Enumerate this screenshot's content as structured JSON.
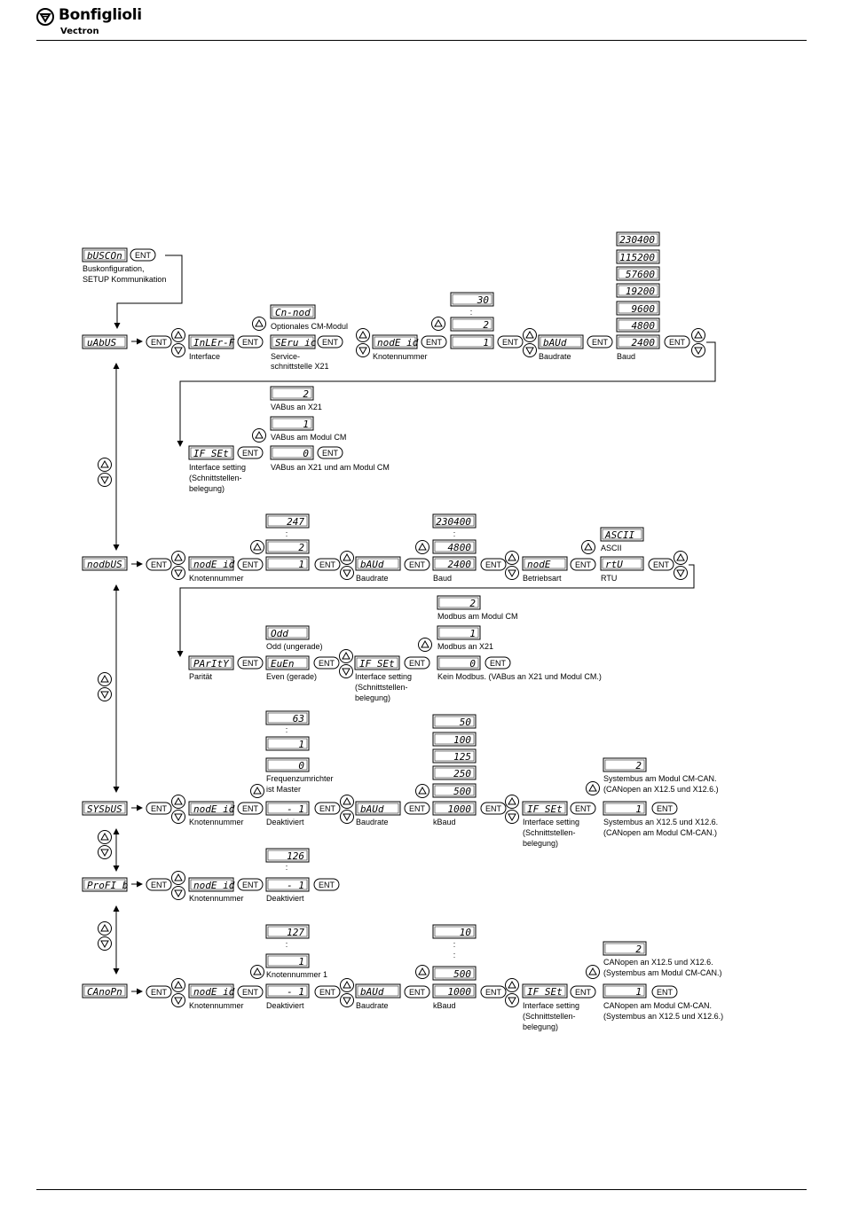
{
  "header": {
    "brand": "Bonfiglioli",
    "sub": "Vectron"
  },
  "ent": "ENT",
  "top": {
    "lcd": "bUSCOn",
    "label1": "Buskonfiguration,",
    "label2": "SETUP Kommunikation"
  },
  "vabus": {
    "main": "uAbUS",
    "interf": "InLEr-F",
    "interf_label": "Interface",
    "cm_mod": "Cn-nod",
    "cm_mod_label": "Optionales CM-Modul",
    "service": "SEru ic",
    "service_label1": "Service-",
    "service_label2": "schnittstelle X21",
    "node": "nodE id",
    "node_label": "Knotennummer",
    "node_vals": [
      "30",
      "2",
      "1"
    ],
    "baud": "bAUd",
    "baud_label": "Baudrate",
    "baud_vals": [
      "230400",
      "115200",
      "57600",
      "19200",
      "9600",
      "4800",
      "2400"
    ],
    "baud_val_label": "Baud",
    "ifset": "IF SEt",
    "ifset_label1": "Interface setting",
    "ifset_label2": "(Schnittstellen-",
    "ifset_label3": "belegung)",
    "if_vals": [
      "2",
      "1",
      "0"
    ],
    "if_labels": [
      "VABus an X21",
      "VABus am Modul CM",
      "VABus an X21 und am Modul CM"
    ]
  },
  "modbus": {
    "main": "nodbUS",
    "node": "nodE id",
    "node_label": "Knotennummer",
    "node_vals": [
      "247",
      "2",
      "1"
    ],
    "baud": "bAUd",
    "baud_label": "Baudrate",
    "baud_vals": [
      "230400",
      "4800",
      "2400"
    ],
    "baud_val_label": "Baud",
    "mode": "nodE",
    "mode_label": "Betriebsart",
    "mode_vals": [
      "ASCII",
      "rtU"
    ],
    "mode_labels": [
      "ASCII",
      "RTU"
    ],
    "parity": "PArItY",
    "parity_label": "Parität",
    "parity_vals": [
      "Odd",
      "EuEn"
    ],
    "parity_labels": [
      "Odd (ungerade)",
      "Even (gerade)"
    ],
    "ifset": "IF SEt",
    "ifset_label1": "Interface setting",
    "ifset_label2": "(Schnittstellen-",
    "ifset_label3": "belegung)",
    "if_vals": [
      "2",
      "1",
      "0"
    ],
    "if_labels": [
      "Modbus am Modul CM",
      "Modbus an X21",
      "Kein Modbus. (VABus an X21 und Modul CM.)"
    ]
  },
  "sysbus": {
    "main": "SYSbUS",
    "node": "nodE id",
    "node_label": "Knotennummer",
    "node_vals": [
      "63",
      "1",
      "0",
      "- 1"
    ],
    "node_master1": "Frequenzumrichter",
    "node_master2": "ist Master",
    "node_deact": "Deaktiviert",
    "baud": "bAUd",
    "baud_label": "Baudrate",
    "baud_vals": [
      "50",
      "100",
      "125",
      "250",
      "500",
      "1000"
    ],
    "baud_val_label": "kBaud",
    "ifset": "IF SEt",
    "ifset_label1": "Interface setting",
    "ifset_label2": "(Schnittstellen-",
    "ifset_label3": "belegung)",
    "if_vals": [
      "2",
      "1"
    ],
    "if_labels_a": [
      "Systembus am Modul CM-CAN.",
      "(CANopen an X12.5 und X12.6.)"
    ],
    "if_labels_b": [
      "Systembus an X12.5 und X12.6.",
      "(CANopen am Modul CM-CAN.)"
    ]
  },
  "profib": {
    "main": "ProFI b",
    "node": "nodE id",
    "node_label": "Knotennummer",
    "node_vals": [
      "126",
      "- 1"
    ],
    "node_deact": "Deaktiviert"
  },
  "canopen": {
    "main": "CAnoPn",
    "node": "nodE id",
    "node_label": "Knotennummer",
    "node_vals": [
      "127",
      "1",
      "- 1"
    ],
    "node_one": "Knotennummer 1",
    "node_deact": "Deaktiviert",
    "baud": "bAUd",
    "baud_label": "Baudrate",
    "baud_vals": [
      "10",
      "500",
      "1000"
    ],
    "baud_val_label": "kBaud",
    "ifset": "IF SEt",
    "ifset_label1": "Interface setting",
    "ifset_label2": "(Schnittstellen-",
    "ifset_label3": "belegung)",
    "if_vals": [
      "2",
      "1"
    ],
    "if_labels_a": [
      "CANopen an X12.5 und X12.6.",
      "(Systembus am Modul CM-CAN.)"
    ],
    "if_labels_b": [
      "CANopen am Modul CM-CAN.",
      "(Systembus an X12.5 und X12.6.)"
    ]
  },
  "dots": ":"
}
